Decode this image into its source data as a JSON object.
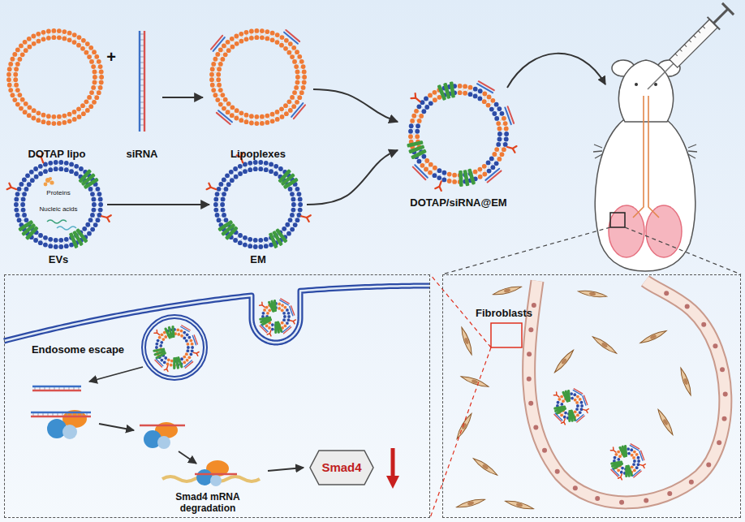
{
  "diagram": {
    "nodes": [
      {
        "text": [
          "DOTAP lipo"
        ]
      },
      {
        "text": [
          "siRNA"
        ]
      },
      {
        "text": [
          "Lipoplexes"
        ]
      },
      {
        "text": [
          "Proteins",
          "Nucleic acids",
          "EVs"
        ]
      },
      {
        "text": [
          "EM"
        ]
      },
      {
        "text": [
          "DOTAP/siRNA@EM"
        ]
      },
      {
        "text": [
          "Endosome escape",
          "Smad4 mRNA degradation"
        ]
      },
      {
        "text": [
          "Smad4"
        ],
        "in": 6
      },
      {
        "text": [
          "Fibroblasts"
        ]
      }
    ],
    "edges": [
      {
        "from": 1,
        "to": 2,
        "arrow": "to"
      },
      {
        "from": 3,
        "to": 4,
        "arrow": "to"
      },
      {
        "from": 2,
        "to": 5,
        "arrow": "to"
      },
      {
        "from": 4,
        "to": 5,
        "arrow": "to"
      }
    ],
    "labels": [
      "+"
    ]
  }
}
